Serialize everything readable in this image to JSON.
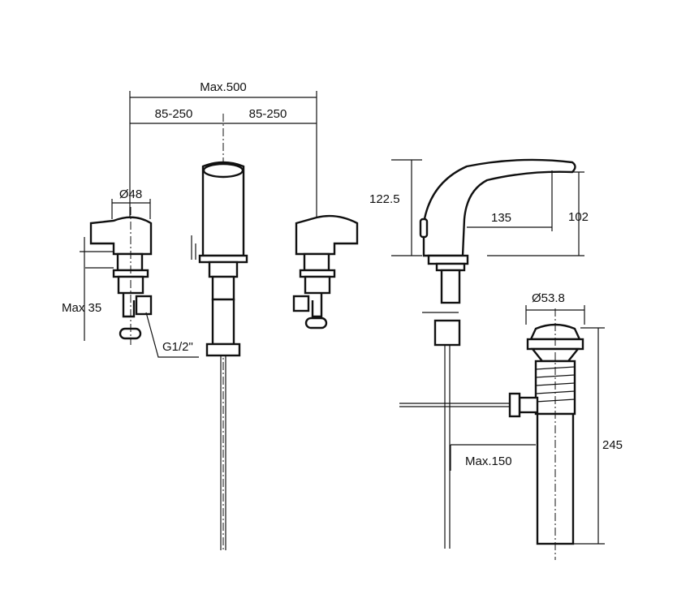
{
  "dimensions": {
    "max_width": "Max.500",
    "left_spacing": "85-250",
    "right_spacing": "85-250",
    "handle_diameter": "Ø48",
    "max_thickness": "Max 35",
    "thread": "G1/2\"",
    "spout_height": "122.5",
    "spout_reach": "135",
    "spout_clearance": "102",
    "drain_diameter": "Ø53.8",
    "drain_length": "245",
    "max_rod": "Max.150"
  }
}
